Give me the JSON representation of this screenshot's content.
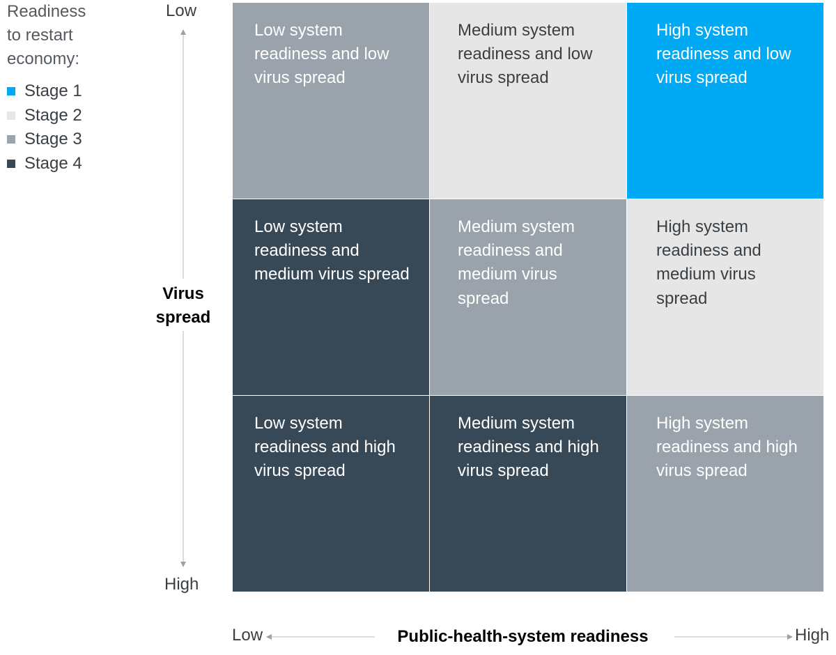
{
  "legend": {
    "title": "Readiness\nto restart\neconomy:",
    "items": [
      {
        "label": "Stage 1",
        "color": "#00a9f4"
      },
      {
        "label": "Stage 2",
        "color": "#e6e6e6"
      },
      {
        "label": "Stage 3",
        "color": "#9aa3ab"
      },
      {
        "label": "Stage 4",
        "color": "#374856"
      }
    ]
  },
  "y_axis": {
    "title": "Virus\nspread",
    "low": "Low",
    "high": "High"
  },
  "x_axis": {
    "title": "Public-health-system readiness",
    "low": "Low",
    "high": "High"
  },
  "grid": {
    "rows": [
      [
        {
          "text": "Low system readiness and low virus spread",
          "stage": 3
        },
        {
          "text": "Medium system readiness and low virus spread",
          "stage": 2
        },
        {
          "text": "High system readiness and low virus spread",
          "stage": 1
        }
      ],
      [
        {
          "text": "Low system readiness and medium virus spread",
          "stage": 4
        },
        {
          "text": "Medium system readiness and medium virus spread",
          "stage": 3
        },
        {
          "text": "High system readiness and medium virus spread",
          "stage": 2
        }
      ],
      [
        {
          "text": "Low system readiness and high virus spread",
          "stage": 4
        },
        {
          "text": "Medium system readiness and high virus spread",
          "stage": 4
        },
        {
          "text": "High system readiness and high virus spread",
          "stage": 3
        }
      ]
    ]
  }
}
